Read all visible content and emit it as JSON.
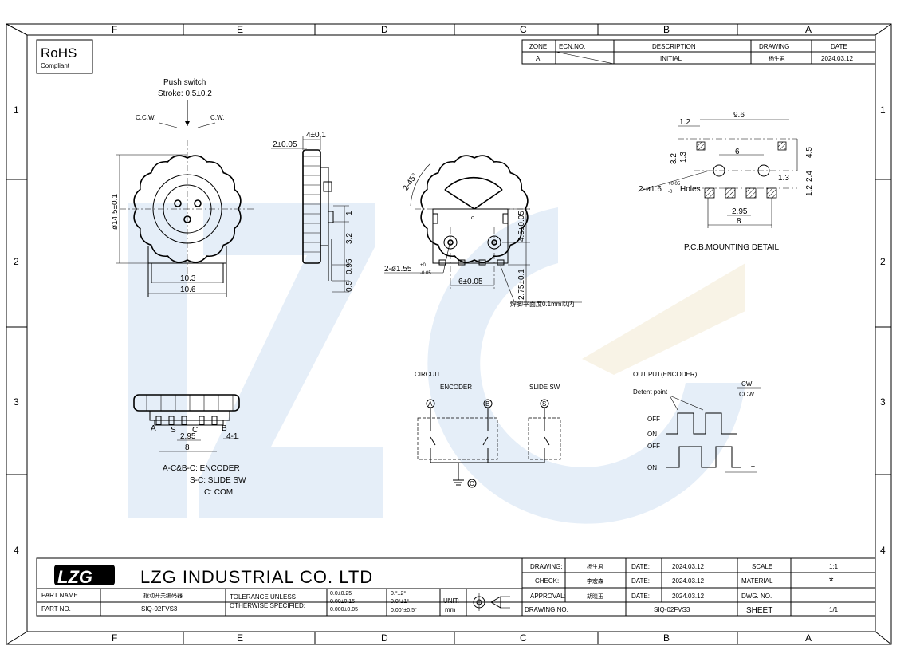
{
  "rohs": {
    "line1": "RoHS",
    "line2": "Compliant"
  },
  "zones_top": [
    "F",
    "E",
    "D",
    "C",
    "B",
    "A"
  ],
  "zones_side": [
    "1",
    "2",
    "3",
    "4"
  ],
  "revision": {
    "headers": [
      "ZONE",
      "ECN.NO.",
      "DESCRIPTION",
      "DRAWING",
      "DATE"
    ],
    "row": {
      "zone": "A",
      "ecn": "",
      "description": "INITIAL",
      "drawing": "杨生君",
      "date": "2024.03.12"
    }
  },
  "front_view": {
    "push_switch": "Push switch",
    "stroke": "Stroke: 0.5±0.2",
    "ccw": "C.C.W.",
    "cw": "C.W.",
    "diameter": "ø14.5±0.1",
    "w1": "10.3",
    "w2": "10.6"
  },
  "side_view": {
    "d_top": "4±0.1",
    "d_left": "2±0.05",
    "d_1": "1",
    "d_32": "3.2",
    "d_095": "0.95",
    "d_05": "0.5"
  },
  "rear_view": {
    "angle": "2-45°",
    "holes": "2-ø1.55",
    "holes_tol_top": "+0",
    "holes_tol_bot": "-0.05",
    "d_45": "4.5±0.05",
    "d_6": "6±0.05",
    "d_275": "2.75±0.1",
    "note": "焊脚平面度0.1mm以内"
  },
  "pcb": {
    "d_96": "9.6",
    "d_12": "1.2",
    "d_6": "6",
    "d_32": "3.2",
    "d_13v": "1.3",
    "d_45": "4.5",
    "holes": "2-ø1.6",
    "holes_tol_top": "+0.05",
    "holes_tol_bot": "-0",
    "holes_word": "Holes",
    "d_13h": "1.3",
    "d_12b": "1.2",
    "d_24": "2.4",
    "d_295": "2.95",
    "d_8": "8",
    "caption": "P.C.B.MOUNTING DETAIL"
  },
  "bottom_view": {
    "labels": [
      "A",
      "S",
      "C",
      "B"
    ],
    "d_295": "2.95",
    "d_4": "4-1",
    "d_8": "8",
    "legend": [
      "A-C&B-C: ENCODER",
      "S-C: SLIDE SW",
      "C: COM"
    ]
  },
  "circuit": {
    "title": "CIRCUIT",
    "encoder": "ENCODER",
    "slide": "SLIDE SW",
    "pin_a": "A",
    "pin_b": "B",
    "pin_s": "S",
    "pin_c": "C"
  },
  "output": {
    "title": "OUT PUT(ENCODER)",
    "detent": "Detent point",
    "cw": "CW",
    "ccw": "CCW",
    "levels": [
      "OFF",
      "ON",
      "OFF",
      "ON"
    ],
    "t": "T"
  },
  "title_block": {
    "company": "LZG INDUSTRIAL CO. LTD",
    "logo": "LZG",
    "part_name_label": "PART NAME",
    "part_name": "拨动开关编码器",
    "part_no_label": "PART NO.",
    "part_no": "SIQ-02FVS3",
    "tol1": "TOLERANCE UNLESS",
    "tol2": "OTHERWISE SPECIFIED:",
    "tol_lin": [
      "0.0±0.25",
      "0.00±0.15",
      "0.000±0.05"
    ],
    "tol_ang": [
      "0.°±2°",
      "0.0°±1°",
      "0.00°±0.5°"
    ],
    "unit_label": "UNIT:",
    "unit": "mm",
    "drawing_label": "DRAWING:",
    "check_label": "CHECK:",
    "approval_label": "APPROVAL:",
    "drawing_no_label": "DRAWING NO.",
    "drawing_by": "杨生君",
    "check_by": "李宏森",
    "approval_by": "胡晓玉",
    "date_label": "DATE:",
    "date": "2024.03.12",
    "scale_label": "SCALE",
    "scale": "1:1",
    "material_label": "MATERIAL",
    "material": "*",
    "dwg_no_label": "DWG. NO.",
    "dwg_no": "",
    "drawing_no": "SIQ-02FVS3",
    "sheet_label": "SHEET",
    "sheet": "1/1"
  }
}
